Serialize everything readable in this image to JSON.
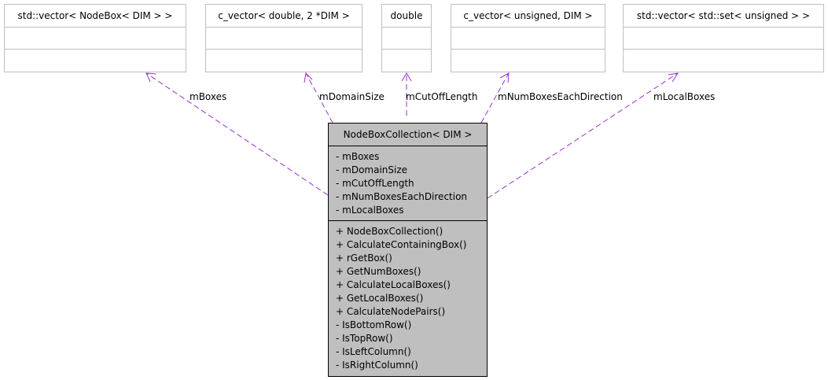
{
  "main_class": {
    "title": "NodeBoxCollection< DIM >",
    "attributes": [
      "- mBoxes",
      "- mDomainSize",
      "- mCutOffLength",
      "- mNumBoxesEachDirection",
      "- mLocalBoxes"
    ],
    "operations": [
      "+ NodeBoxCollection()",
      "+ CalculateContainingBox()",
      "+ rGetBox()",
      "+ GetNumBoxes()",
      "+ CalculateLocalBoxes()",
      "+ GetLocalBoxes()",
      "+ CalculateNodePairs()",
      "- IsBottomRow()",
      "- IsTopRow()",
      "- IsLeftColumn()",
      "- IsRightColumn()"
    ]
  },
  "types": [
    {
      "title": "std::vector< NodeBox< DIM > >"
    },
    {
      "title": "c_vector< double, 2 *DIM >"
    },
    {
      "title": "double"
    },
    {
      "title": "c_vector< unsigned, DIM >"
    },
    {
      "title": "std::vector< std::set< unsigned > >"
    }
  ],
  "edge_labels": [
    "mBoxes",
    "mDomainSize",
    "mCutOffLength",
    "mNumBoxesEachDirection",
    "mLocalBoxes"
  ],
  "colors": {
    "edge": "#9a32cd",
    "main_fill": "#bfbfbf",
    "type_border": "#bfbfbf"
  }
}
